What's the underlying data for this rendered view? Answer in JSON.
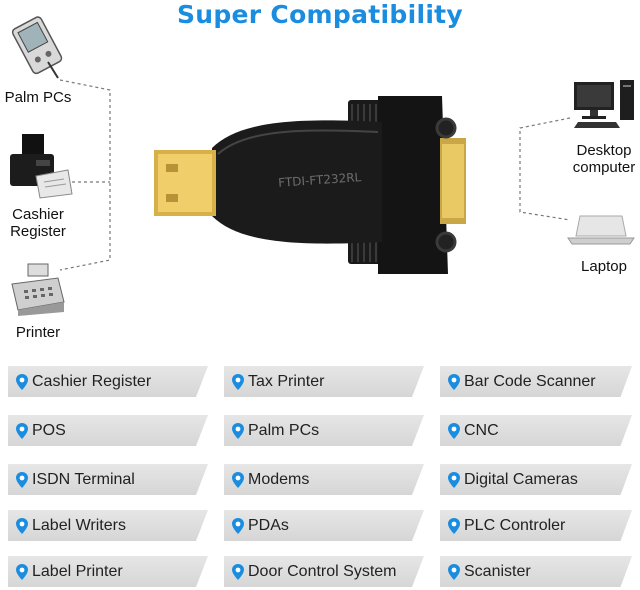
{
  "title": "Super Compatibility",
  "left_devices": [
    {
      "label": "Palm PCs",
      "icon": "palm-pc-icon"
    },
    {
      "label": "Cashier\nRegister",
      "icon": "cashier-register-icon"
    },
    {
      "label": "Printer",
      "icon": "printer-icon"
    }
  ],
  "right_devices": [
    {
      "label": "Desktop\ncomputer",
      "icon": "desktop-computer-icon"
    },
    {
      "label": "Laptop",
      "icon": "laptop-icon"
    }
  ],
  "adapter": {
    "imprint": "FTDI-FT232RL",
    "icon": "usb-to-rs232-adapter"
  },
  "colors": {
    "title": "#1a8de0",
    "pin": "#1a8de0",
    "tag": "#dcdcdc"
  },
  "compatible_list": [
    [
      "Cashier Register",
      "Tax Printer",
      "Bar Code Scanner"
    ],
    [
      "POS",
      "Palm PCs",
      "CNC"
    ],
    [
      "ISDN Terminal",
      "Modems",
      "Digital Cameras"
    ],
    [
      "Label Writers",
      "PDAs",
      "PLC Controler"
    ],
    [
      "Label Printer",
      "Door Control System",
      "Scanister"
    ]
  ]
}
